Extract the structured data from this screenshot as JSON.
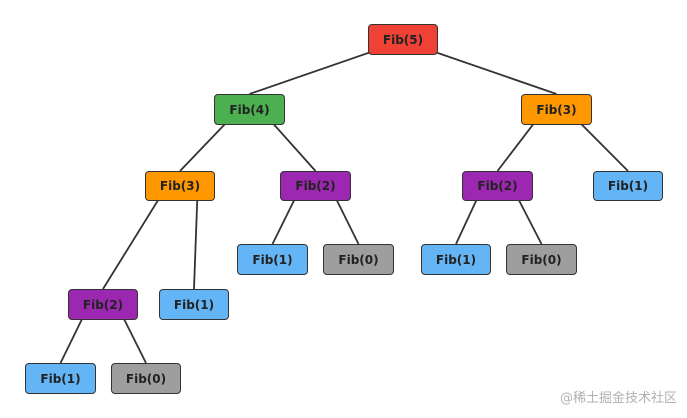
{
  "colors": {
    "red": "#ef4136",
    "green": "#4caf50",
    "orange": "#ff9800",
    "purple": "#9c27b0",
    "blue": "#64b5f6",
    "gray": "#9e9e9e",
    "edge": "#333333"
  },
  "tree": {
    "nodes": [
      {
        "id": "n1",
        "label": "Fib(5)",
        "color": "red"
      },
      {
        "id": "n2",
        "label": "Fib(4)",
        "color": "green"
      },
      {
        "id": "n3",
        "label": "Fib(3)",
        "color": "orange"
      },
      {
        "id": "n4",
        "label": "Fib(3)",
        "color": "orange"
      },
      {
        "id": "n5",
        "label": "Fib(2)",
        "color": "purple"
      },
      {
        "id": "n6",
        "label": "Fib(2)",
        "color": "purple"
      },
      {
        "id": "n7",
        "label": "Fib(1)",
        "color": "blue"
      },
      {
        "id": "n8",
        "label": "Fib(2)",
        "color": "purple"
      },
      {
        "id": "n9",
        "label": "Fib(1)",
        "color": "blue"
      },
      {
        "id": "n10",
        "label": "Fib(1)",
        "color": "blue"
      },
      {
        "id": "n11",
        "label": "Fib(0)",
        "color": "gray"
      },
      {
        "id": "n12",
        "label": "Fib(1)",
        "color": "blue"
      },
      {
        "id": "n13",
        "label": "Fib(0)",
        "color": "gray"
      },
      {
        "id": "n14",
        "label": "Fib(1)",
        "color": "blue"
      },
      {
        "id": "n15",
        "label": "Fib(0)",
        "color": "gray"
      }
    ],
    "edges": [
      [
        "n1",
        "n2"
      ],
      [
        "n1",
        "n3"
      ],
      [
        "n2",
        "n4"
      ],
      [
        "n2",
        "n5"
      ],
      [
        "n3",
        "n6"
      ],
      [
        "n3",
        "n7"
      ],
      [
        "n4",
        "n8"
      ],
      [
        "n4",
        "n9"
      ],
      [
        "n5",
        "n10"
      ],
      [
        "n5",
        "n11"
      ],
      [
        "n6",
        "n12"
      ],
      [
        "n6",
        "n13"
      ],
      [
        "n8",
        "n14"
      ],
      [
        "n8",
        "n15"
      ]
    ]
  },
  "watermark": "@稀土掘金技术社区"
}
